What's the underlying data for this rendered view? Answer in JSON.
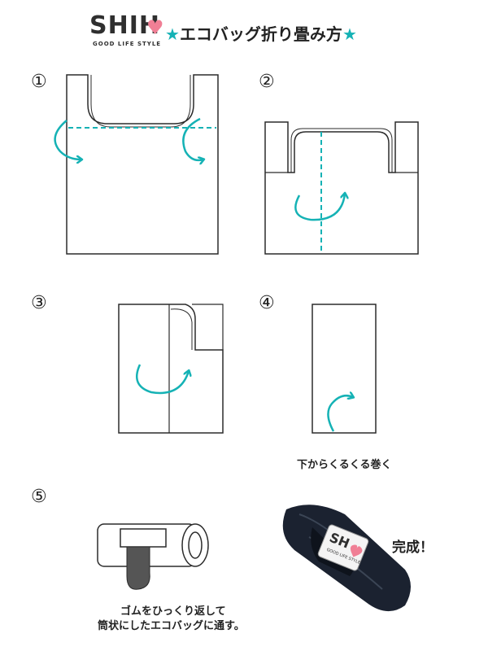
{
  "header": {
    "logo_text": "SHIH",
    "logo_tagline": "GOOD LIFE STYLE",
    "star_left": "★",
    "title": "エコバッグ折り畳み方",
    "star_right": "★"
  },
  "steps": [
    {
      "number": "①"
    },
    {
      "number": "②"
    },
    {
      "number": "③"
    },
    {
      "number": "④",
      "caption": "下からくるくる巻く"
    },
    {
      "number": "⑤",
      "caption_line1": "ゴムをひっくり返して",
      "caption_line2": "筒状にしたエコバッグに通す。"
    }
  ],
  "finished": {
    "label": "完成！",
    "pouch_logo_text": "SH",
    "pouch_tagline": "GOOD LIFE STYLE"
  },
  "colors": {
    "accent_teal": "#15b2b5",
    "outline": "#2b2b2b",
    "heart_pink": "#f07f95",
    "bag_navy": "#1b2230"
  }
}
